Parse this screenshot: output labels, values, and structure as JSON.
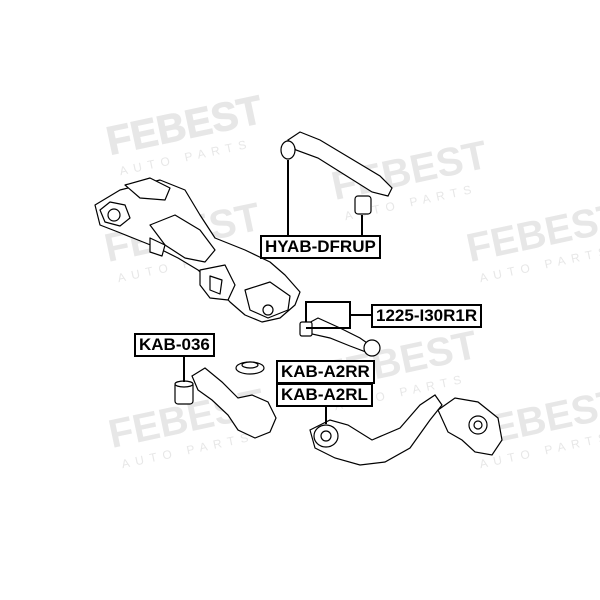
{
  "colors": {
    "watermark": "#e7e7e7",
    "part_fill": "#ffffff",
    "part_stroke": "#000000",
    "label_border": "#000000"
  },
  "watermark": {
    "brand": "FEBEST",
    "sub": "AUTO PARTS"
  },
  "labels": {
    "hyab_dfrup": "HYAB-DFRUP",
    "p1225_i30r1r": "1225-I30R1R",
    "kab_036": "KAB-036",
    "kab_a2rr": "KAB-A2RR",
    "kab_a2rl": "KAB-A2RL"
  }
}
